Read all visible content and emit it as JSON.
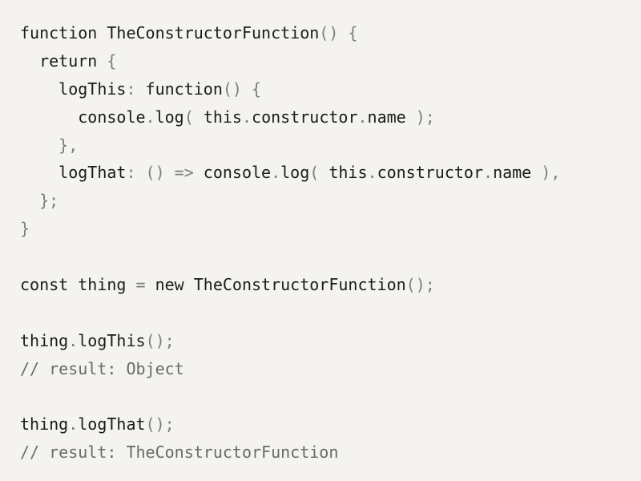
{
  "colors": {
    "background": "#f4f3ef",
    "text": "#1b1b1b",
    "punctuation": "#7d7d7d",
    "comment": "#6a6a6a"
  },
  "code": {
    "lines": [
      [
        {
          "t": "function TheConstructorFunction",
          "k": "t"
        },
        {
          "t": "() {",
          "k": "p"
        }
      ],
      [
        {
          "t": "  return ",
          "k": "t"
        },
        {
          "t": "{",
          "k": "p"
        }
      ],
      [
        {
          "t": "    logThis",
          "k": "t"
        },
        {
          "t": ": ",
          "k": "p"
        },
        {
          "t": "function",
          "k": "t"
        },
        {
          "t": "() {",
          "k": "p"
        }
      ],
      [
        {
          "t": "      console",
          "k": "t"
        },
        {
          "t": ".",
          "k": "p"
        },
        {
          "t": "log",
          "k": "t"
        },
        {
          "t": "( ",
          "k": "p"
        },
        {
          "t": "this",
          "k": "t"
        },
        {
          "t": ".",
          "k": "p"
        },
        {
          "t": "constructor",
          "k": "t"
        },
        {
          "t": ".",
          "k": "p"
        },
        {
          "t": "name",
          "k": "t"
        },
        {
          "t": " );",
          "k": "p"
        }
      ],
      [
        {
          "t": "    },",
          "k": "p"
        }
      ],
      [
        {
          "t": "    logThat",
          "k": "t"
        },
        {
          "t": ": () => ",
          "k": "p"
        },
        {
          "t": "console",
          "k": "t"
        },
        {
          "t": ".",
          "k": "p"
        },
        {
          "t": "log",
          "k": "t"
        },
        {
          "t": "( ",
          "k": "p"
        },
        {
          "t": "this",
          "k": "t"
        },
        {
          "t": ".",
          "k": "p"
        },
        {
          "t": "constructor",
          "k": "t"
        },
        {
          "t": ".",
          "k": "p"
        },
        {
          "t": "name",
          "k": "t"
        },
        {
          "t": " ),",
          "k": "p"
        }
      ],
      [
        {
          "t": "  };",
          "k": "p"
        }
      ],
      [
        {
          "t": "}",
          "k": "p"
        }
      ],
      [],
      [
        {
          "t": "const thing ",
          "k": "t"
        },
        {
          "t": "= ",
          "k": "p"
        },
        {
          "t": "new TheConstructorFunction",
          "k": "t"
        },
        {
          "t": "();",
          "k": "p"
        }
      ],
      [],
      [
        {
          "t": "thing",
          "k": "t"
        },
        {
          "t": ".",
          "k": "p"
        },
        {
          "t": "logThis",
          "k": "t"
        },
        {
          "t": "();",
          "k": "p"
        }
      ],
      [
        {
          "t": "// result: Object",
          "k": "c"
        }
      ],
      [],
      [
        {
          "t": "thing",
          "k": "t"
        },
        {
          "t": ".",
          "k": "p"
        },
        {
          "t": "logThat",
          "k": "t"
        },
        {
          "t": "();",
          "k": "p"
        }
      ],
      [
        {
          "t": "// result: TheConstructorFunction",
          "k": "c"
        }
      ]
    ]
  }
}
